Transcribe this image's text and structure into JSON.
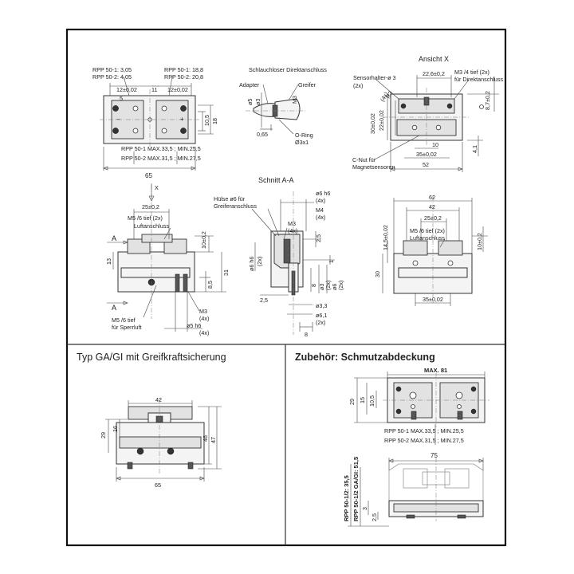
{
  "top": {
    "rpp1_left": "RPP 50-1: 3,05",
    "rpp2_left": "RPP 50-2: 4,05",
    "rpp1_right": "RPP 50-1: 18,8",
    "rpp2_right": "RPP 50-2: 20,8",
    "dim_12_1": "12±0,02",
    "dim_11": "11",
    "dim_12_2": "12±0,02",
    "dim_5": "5",
    "dim_10_5": "10,5",
    "dim_18": "18",
    "rpp1_maxmin": "RPP 50-1 MAX.33,5 ; MIN.25,5",
    "rpp2_maxmin": "RPP 50-2 MAX.31,5 ; MIN.27,5",
    "dim_65": "65",
    "schlauchlos": "Schlauchloser Direktanschluss",
    "adapter": "Adapter",
    "greifer": "Greifer",
    "d5": "ø5",
    "d3": "ø3",
    "m3": "M3",
    "dim_065": "0,65",
    "oring": "O-Ring",
    "oring_size": "Ø3x1",
    "ansicht": "Ansicht X",
    "sensorhalter": "Sensorhalter-ø 3",
    "x2a": "(2x)",
    "dim_22_6": "22,6±0,2",
    "m3_4tief": "M3 /4 tief (2x)",
    "fuer_direkt": "für Direktanschluss",
    "r3": "R3",
    "x4a": "(4x)",
    "dim_8_7": "8,7±0,2",
    "dim_30a": "30±0,02",
    "dim_22a": "22±0,02",
    "dim_10a": "10",
    "dim_4_1": "4,1",
    "dim_35a": "35±0,02",
    "dim_52": "52",
    "cnut": "C-Nut für",
    "magnetsensoren": "Magnetsensoren"
  },
  "mid": {
    "x": "X",
    "dim_25a": "25±0,2",
    "m5_6tief_2x": "M5 /6 tief (2x)",
    "luftanschluss": "Luftanschluss",
    "a_top": "A",
    "a_bot": "A",
    "dim_13": "13",
    "dim_10b": "10±0,2",
    "dim_8_5": "8,5",
    "dim_31": "31",
    "m3b": "M3",
    "x4b": "(4x)",
    "m5_6tief": "M5 /6 tief",
    "fuer_sperrluft": "für Sperrluft",
    "d5h6": "ø5 h6",
    "x4c": "(4x)",
    "schnitt": "Schnitt A-A",
    "huelse": "Hülse ø6 für",
    "greiferanschluss": "Greiferanschluss",
    "d6h6": "ø6 h6",
    "x4d": "(4x)",
    "m4": "M4",
    "x4e": "(4x)",
    "m3c": "M3",
    "x4f": "(4x)",
    "d6h6b": "ø6 h6",
    "x2b": "(2x)",
    "dim_2_5": "2,5",
    "dim_1": "1",
    "dim_8a": "8",
    "d3b": "ø3",
    "x2c": "(2x)",
    "d6": "ø6",
    "x2d": "(2x)",
    "dim_2_5b": "2,5",
    "d3_3": "ø3,3",
    "d6_1": "ø6,1",
    "x2e": "(2x)",
    "dim_8b": "8",
    "dim_62": "62",
    "dim_42": "42",
    "dim_25b": "25±0,2",
    "dim_14_5": "14,5±0,02",
    "m5b": "M5 /6 tief (2x)",
    "luftb": "Luftanschluss",
    "dim_10c": "10±0,2",
    "dim_30b": "30",
    "dim_35b": "35±0,02"
  },
  "bottom_left": {
    "title": "Typ GA/GI mit Greifkraftsicherung",
    "dim_42": "42",
    "dim_29": "29",
    "dim_16": "16",
    "dim_46": "46",
    "dim_47": "47",
    "dim_65": "65"
  },
  "bottom_right": {
    "title": "Zubehör: Schmutzabdeckung",
    "max81": "MAX. 81",
    "dim_29": "29",
    "dim_15": "15",
    "dim_10_5": "10,5",
    "rpp1_maxmin": "RPP 50-1 MAX.33,5 ; MIN.25,5",
    "rpp2_maxmin": "RPP 50-2 MAX.31,5 ; MIN.27,5",
    "dim_75": "75",
    "rpp_12": "RPP 50-1/2: 35,5",
    "rpp_12_gagi": "RPP 50-1/2 GA/GI: 51,5",
    "dim_3": "3",
    "dim_2_5": "2,5"
  }
}
